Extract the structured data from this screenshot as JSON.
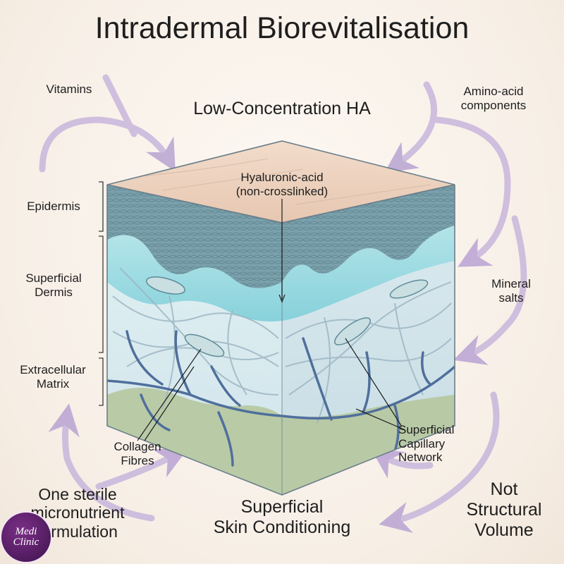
{
  "title": "Intradermal Biorevitalisation",
  "subtitle": "Low-Concentration HA",
  "inputs": {
    "vitamins": "Vitamins",
    "amino_acid": [
      "Amino-acid",
      "components"
    ],
    "mineral_salts": [
      "Mineral",
      "salts"
    ]
  },
  "center_label": [
    "Hyaluronic-acid",
    "(non-crosslinked)"
  ],
  "layers": {
    "epidermis": "Epidermis",
    "superficial_dermis": [
      "Superficial",
      "Dermis"
    ],
    "extracellular_matrix": [
      "Extracellular",
      "Matrix"
    ]
  },
  "structures": {
    "collagen_fibres": [
      "Collagen",
      "Fibres"
    ],
    "capillary_network": [
      "Superficial",
      "Capillary",
      "Network"
    ]
  },
  "bottom": {
    "left": [
      "One sterile",
      "micronutrient",
      "formulation"
    ],
    "center": [
      "Superficial",
      "Skin Conditioning"
    ],
    "right": [
      "Not",
      "Structural",
      "Volume"
    ]
  },
  "logo": [
    "Medi",
    "Clinic"
  ],
  "colors": {
    "arrow": "#b9a3d3",
    "skin_surface": "#ecd2bf",
    "epidermis": "#6f97a3",
    "dermis": "#d7eef0",
    "ha_gel": "#8fd6df",
    "vessel": "#4f6f9c",
    "fat": "#b6c79f"
  }
}
